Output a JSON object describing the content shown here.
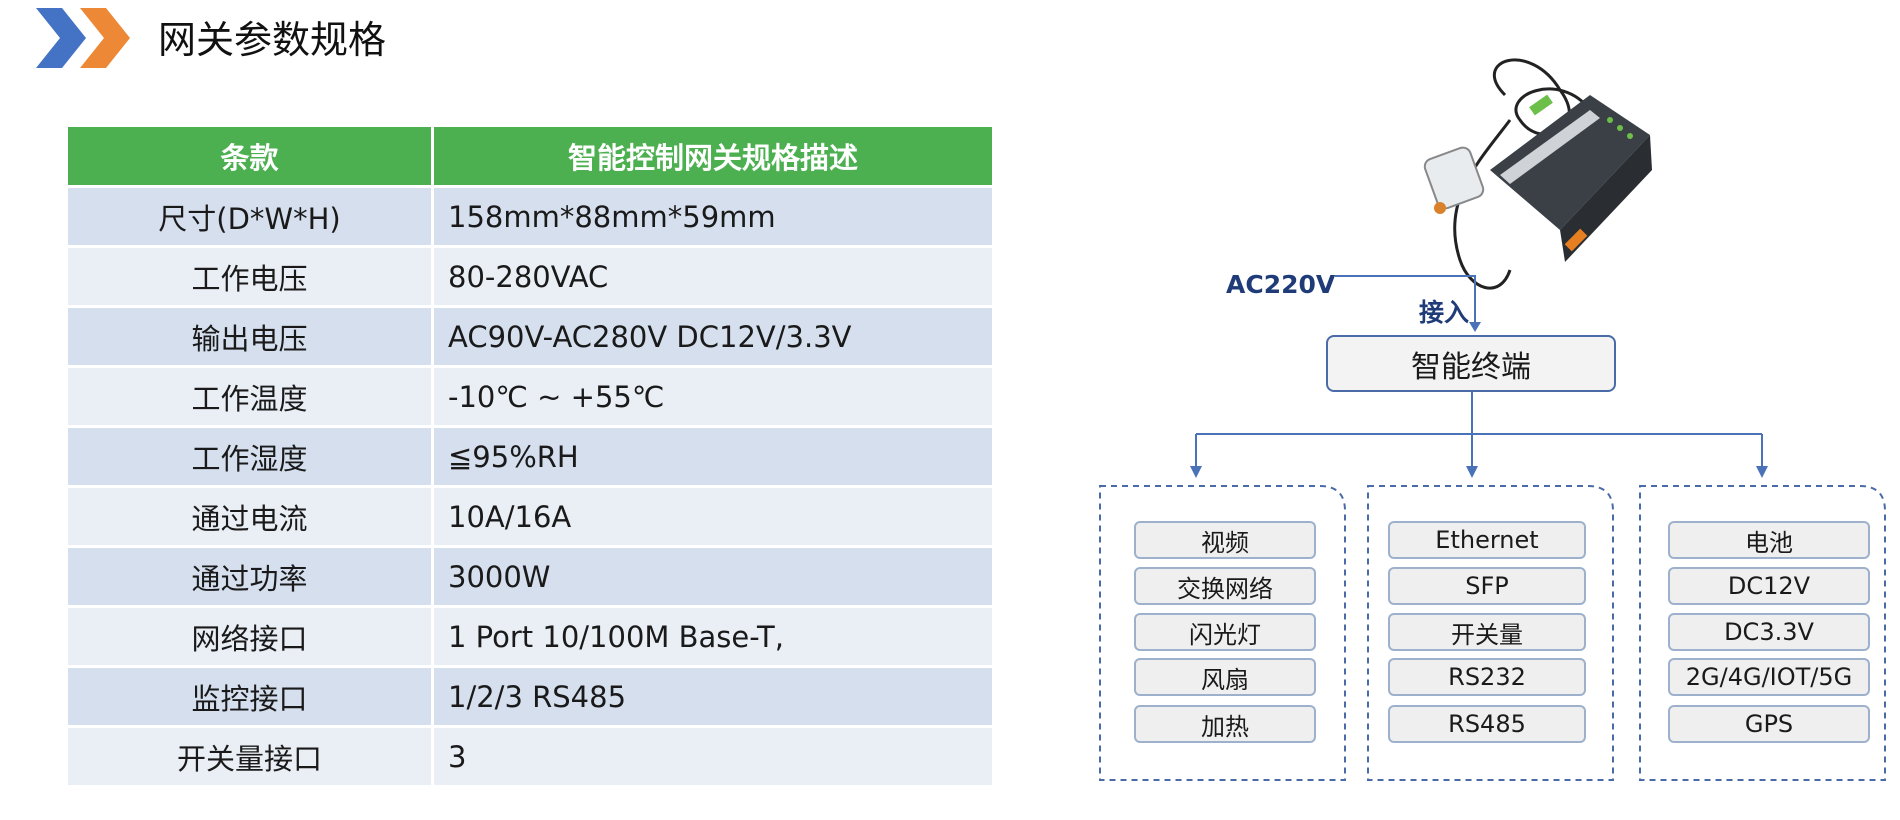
{
  "header": {
    "title": "网关参数规格"
  },
  "table": {
    "headers": [
      "条款",
      "智能控制网关规格描述"
    ],
    "rows": [
      [
        "尺寸(D*W*H)",
        "158mm*88mm*59mm"
      ],
      [
        "工作电压",
        "80-280VAC"
      ],
      [
        "输出电压",
        "AC90V-AC280V DC12V/3.3V"
      ],
      [
        "工作温度",
        "-10℃ ~ +55℃"
      ],
      [
        "工作湿度",
        "≦95%RH"
      ],
      [
        "通过电流",
        "10A/16A"
      ],
      [
        "通过功率",
        "3000W"
      ],
      [
        "网络接口",
        "1 Port 10/100M Base-T,"
      ],
      [
        "监控接口",
        "1/2/3 RS485"
      ],
      [
        "开关量接口",
        "3"
      ]
    ]
  },
  "diagram": {
    "ac_label": "AC220V",
    "in_label": "接入",
    "terminal": "智能终端",
    "groups": [
      {
        "items": [
          "视频",
          "交换网络",
          "闪光灯",
          "风扇",
          "加热"
        ]
      },
      {
        "items": [
          "Ethernet",
          "SFP",
          "开关量",
          "RS232",
          "RS485"
        ]
      },
      {
        "items": [
          "电池",
          "DC12V",
          "DC3.3V",
          "2G/4G/IOT/5G",
          "GPS"
        ]
      }
    ]
  },
  "colors": {
    "header_green": "#4caf50",
    "row_dark": "#d5dfee",
    "row_light": "#eaeff6",
    "arrow_blue": "#4a72b8",
    "chevron_blue": "#4472c4",
    "chevron_orange": "#ed8936"
  }
}
